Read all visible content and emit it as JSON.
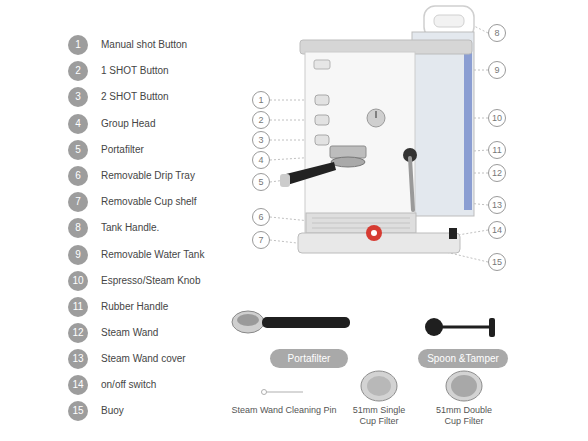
{
  "diagram": {
    "nodes": [
      {
        "text": [
          "1",
          "Manual shot Button"
        ]
      },
      {
        "text": [
          "2",
          "1 SHOT Button"
        ]
      },
      {
        "text": [
          "3",
          "2 SHOT Button"
        ]
      },
      {
        "text": [
          "4",
          "Group Head"
        ]
      },
      {
        "text": [
          "5",
          "Portafilter"
        ]
      },
      {
        "text": [
          "6",
          "Removable Drip Tray"
        ]
      },
      {
        "text": [
          "7",
          "Removable Cup shelf"
        ]
      },
      {
        "text": [
          "8",
          "Tank Handle."
        ]
      },
      {
        "text": [
          "9",
          "Removable Water Tank"
        ]
      },
      {
        "text": [
          "10",
          "Espresso/Steam Knob"
        ]
      },
      {
        "text": [
          "11",
          "Rubber Handle"
        ]
      },
      {
        "text": [
          "12",
          "Steam Wand"
        ]
      },
      {
        "text": [
          "13",
          "Steam Wand cover"
        ]
      },
      {
        "text": [
          "14",
          "on/off switch"
        ]
      },
      {
        "text": [
          "15",
          "Buoy"
        ]
      },
      {
        "text": [
          "1"
        ]
      },
      {
        "text": [
          "2"
        ]
      },
      {
        "text": [
          "3"
        ]
      },
      {
        "text": [
          "4"
        ]
      },
      {
        "text": [
          "5"
        ]
      },
      {
        "text": [
          "6"
        ]
      },
      {
        "text": [
          "7"
        ]
      },
      {
        "text": [
          "8"
        ]
      },
      {
        "text": [
          "9"
        ]
      },
      {
        "text": [
          "10"
        ]
      },
      {
        "text": [
          "11"
        ]
      },
      {
        "text": [
          "12"
        ]
      },
      {
        "text": [
          "13"
        ]
      },
      {
        "text": [
          "14"
        ]
      },
      {
        "text": [
          "15"
        ]
      },
      {
        "text": [
          "Portafilter"
        ]
      },
      {
        "text": [
          "Spoon &Tamper"
        ]
      }
    ],
    "labels": [
      "Steam Wand Cleaning Pin",
      "51mm Single Cup Filter",
      "51mm Double Cup Filter"
    ]
  }
}
